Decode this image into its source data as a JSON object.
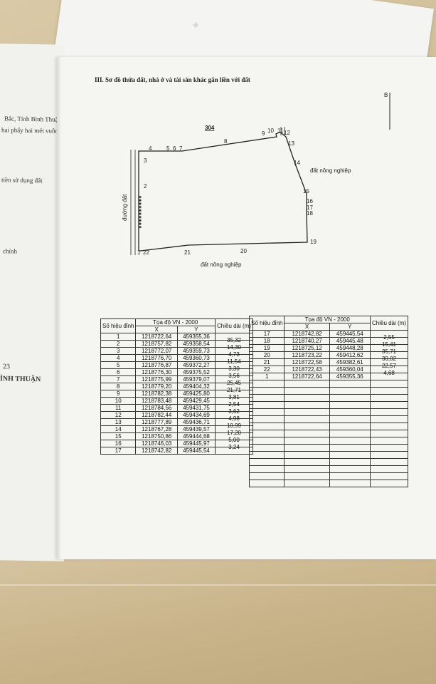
{
  "left_page": {
    "lines": [
      "Bắc, Tỉnh Bình Thuận",
      "hai phẩy hai mét vuông)",
      "tiền sử dụng đất",
      "chính",
      "23",
      "ÌNH THUẬN"
    ]
  },
  "section_title": "III. Sơ đồ thửa đất, nhà ở và tài sản khác gắn liền với đất",
  "diagram": {
    "parcel_number": "304",
    "north_label": "B",
    "road_label": "đường đất",
    "east_label": "đất nông nghiệp",
    "south_label": "đất nông nghiệp",
    "vertex_labels": [
      "1",
      "2",
      "3",
      "4",
      "5",
      "6",
      "7",
      "8",
      "9",
      "10",
      "11",
      "12",
      "13",
      "14",
      "15",
      "16",
      "17",
      "18",
      "19",
      "20",
      "21",
      "22"
    ]
  },
  "table_left": {
    "headers": {
      "id": "Số hiệu đỉnh",
      "coord": "Tọa độ VN - 2000",
      "x": "X",
      "y": "Y",
      "len": "Chiều dài (m)"
    },
    "rows": [
      {
        "id": "1",
        "x": "1218722,64",
        "y": "459355,36"
      },
      {
        "id": "2",
        "x": "1218757,82",
        "y": "459358,54"
      },
      {
        "id": "3",
        "x": "1218772,07",
        "y": "459359,73"
      },
      {
        "id": "4",
        "x": "1218776,70",
        "y": "459360,73"
      },
      {
        "id": "5",
        "x": "1218776,87",
        "y": "459372,27"
      },
      {
        "id": "6",
        "x": "1218776,30",
        "y": "459375,52"
      },
      {
        "id": "7",
        "x": "1218775,99",
        "y": "459379,07"
      },
      {
        "id": "8",
        "x": "1218779,20",
        "y": "459404,32"
      },
      {
        "id": "9",
        "x": "1218782,38",
        "y": "459425,80"
      },
      {
        "id": "10",
        "x": "1218783,48",
        "y": "459429,45"
      },
      {
        "id": "11",
        "x": "1218784,56",
        "y": "459431,75"
      },
      {
        "id": "12",
        "x": "1218782,44",
        "y": "459434,69"
      },
      {
        "id": "13",
        "x": "1218777,89",
        "y": "459436,71"
      },
      {
        "id": "14",
        "x": "1218767,28",
        "y": "459439,57"
      },
      {
        "id": "15",
        "x": "1218750,86",
        "y": "459444,68"
      },
      {
        "id": "16",
        "x": "1218746,03",
        "y": "459445,97"
      },
      {
        "id": "17",
        "x": "1218742,82",
        "y": "459445,54"
      }
    ],
    "lengths": [
      "35,32",
      "14,30",
      "4,73",
      "11,54",
      "3,30",
      "3,56",
      "25,45",
      "21,71",
      "3,81",
      "2,54",
      "3,62",
      "4,98",
      "10,99",
      "17,20",
      "5,00",
      "3,24"
    ]
  },
  "table_right": {
    "headers": {
      "id": "Số hiệu đỉnh",
      "coord": "Tọa độ VN - 2000",
      "x": "X",
      "y": "Y",
      "len": "Chiều dài (m)"
    },
    "rows": [
      {
        "id": "17",
        "x": "1218742,82",
        "y": "459445,54"
      },
      {
        "id": "18",
        "x": "1218740,27",
        "y": "459445,48"
      },
      {
        "id": "19",
        "x": "1218725,12",
        "y": "459448,28"
      },
      {
        "id": "20",
        "x": "1218723,22",
        "y": "459412,62"
      },
      {
        "id": "21",
        "x": "1218722,58",
        "y": "459382,61"
      },
      {
        "id": "22",
        "x": "1218722,43",
        "y": "459360,04"
      },
      {
        "id": "1",
        "x": "1218722,64",
        "y": "459355,36"
      }
    ],
    "lengths": [
      "2,55",
      "15,41",
      "35,71",
      "30,02",
      "22,57",
      "4,68"
    ]
  }
}
